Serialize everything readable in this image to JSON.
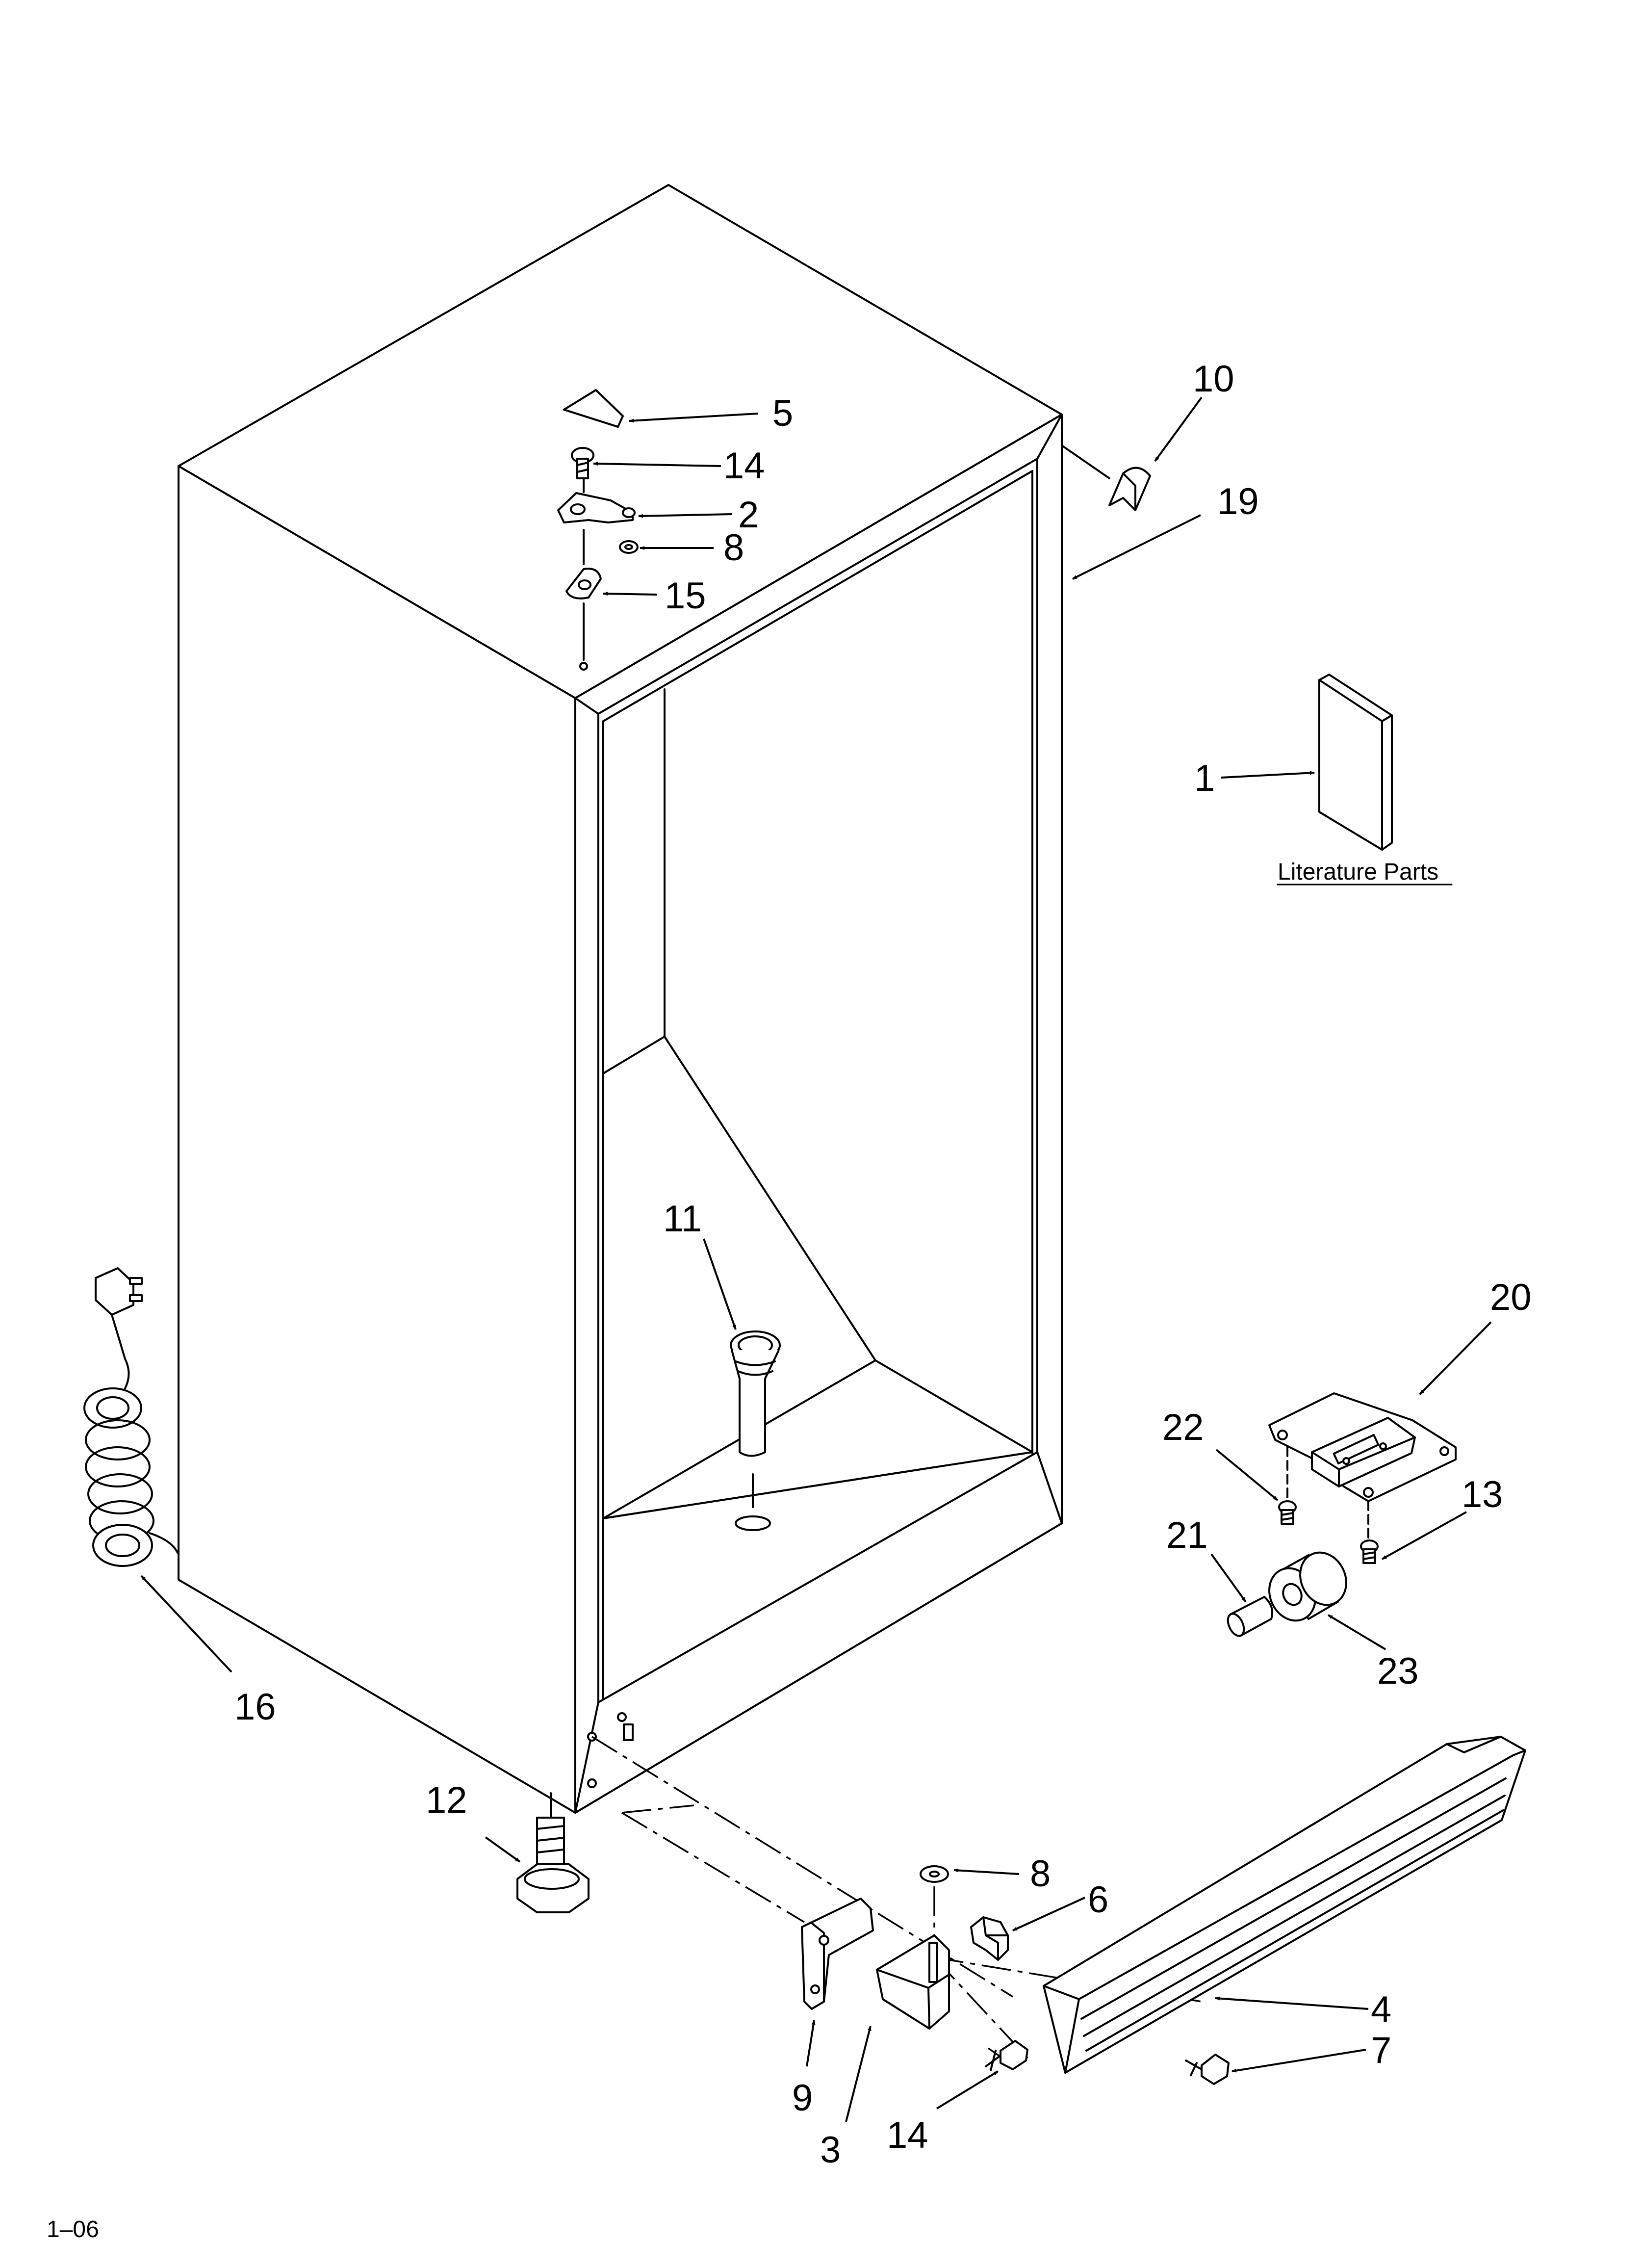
{
  "callouts": {
    "c1": "1",
    "c2": "2",
    "c3": "3",
    "c4": "4",
    "c5": "5",
    "c6": "6",
    "c7": "7",
    "c8a": "8",
    "c8b": "8",
    "c9": "9",
    "c10": "10",
    "c11": "11",
    "c12": "12",
    "c13": "13",
    "c14a": "14",
    "c14b": "14",
    "c15": "15",
    "c16": "16",
    "c19": "19",
    "c20": "20",
    "c21": "21",
    "c22": "22",
    "c23": "23"
  },
  "literature_label": "Literature Parts",
  "revision_code": "1–06"
}
